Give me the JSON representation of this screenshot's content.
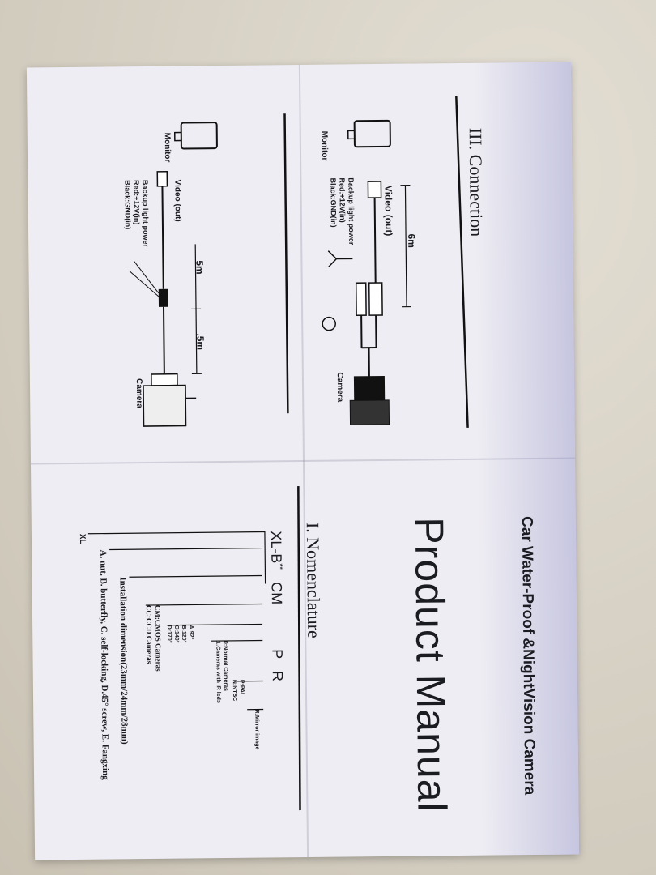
{
  "manual": {
    "title_line": "Car Water-Proof &NightVision Camera",
    "main_title": "Product Manual"
  },
  "connection": {
    "heading": "III. Connection",
    "diagram_top": {
      "monitor": "Monitor",
      "video": "Video (out)",
      "cable_length": "6m",
      "power": "Backup light power\nRed:+12V(in)\nBlack:GND(in)",
      "camera": "Camera"
    },
    "diagram_bottom": {
      "monitor": "Monitor",
      "video": "Video (out)",
      "cable_length_1": "5m",
      "cable_length_2": ".5m",
      "power": "Backup light power\nRed:+12V(in)\nBlack:GND(in)",
      "camera": "Camera"
    }
  },
  "nomenclature": {
    "heading": "I. Nomenclature",
    "code_prefix": "XL-B",
    "code_stars": "**",
    "code_cm": "CM",
    "code_p": "P",
    "code_r": "R",
    "r_note": "R:Mirror image",
    "p_note": "P:PAL\nN:NTSC",
    "ir_note": "0:Normal Cameras\n1:Cameras with IR leds",
    "angles": "A:92°\nB:120°\nC:140°\nD:170°",
    "sensor": "CM:CMOS Cameras\nCC:CCD Cameras",
    "install": "Installation dimension(23mm/24mm/28mm)",
    "types": "A. nut, B. butterfly, C. self-locking, D.45° screw, E. Fangxing",
    "xl": "XL"
  }
}
